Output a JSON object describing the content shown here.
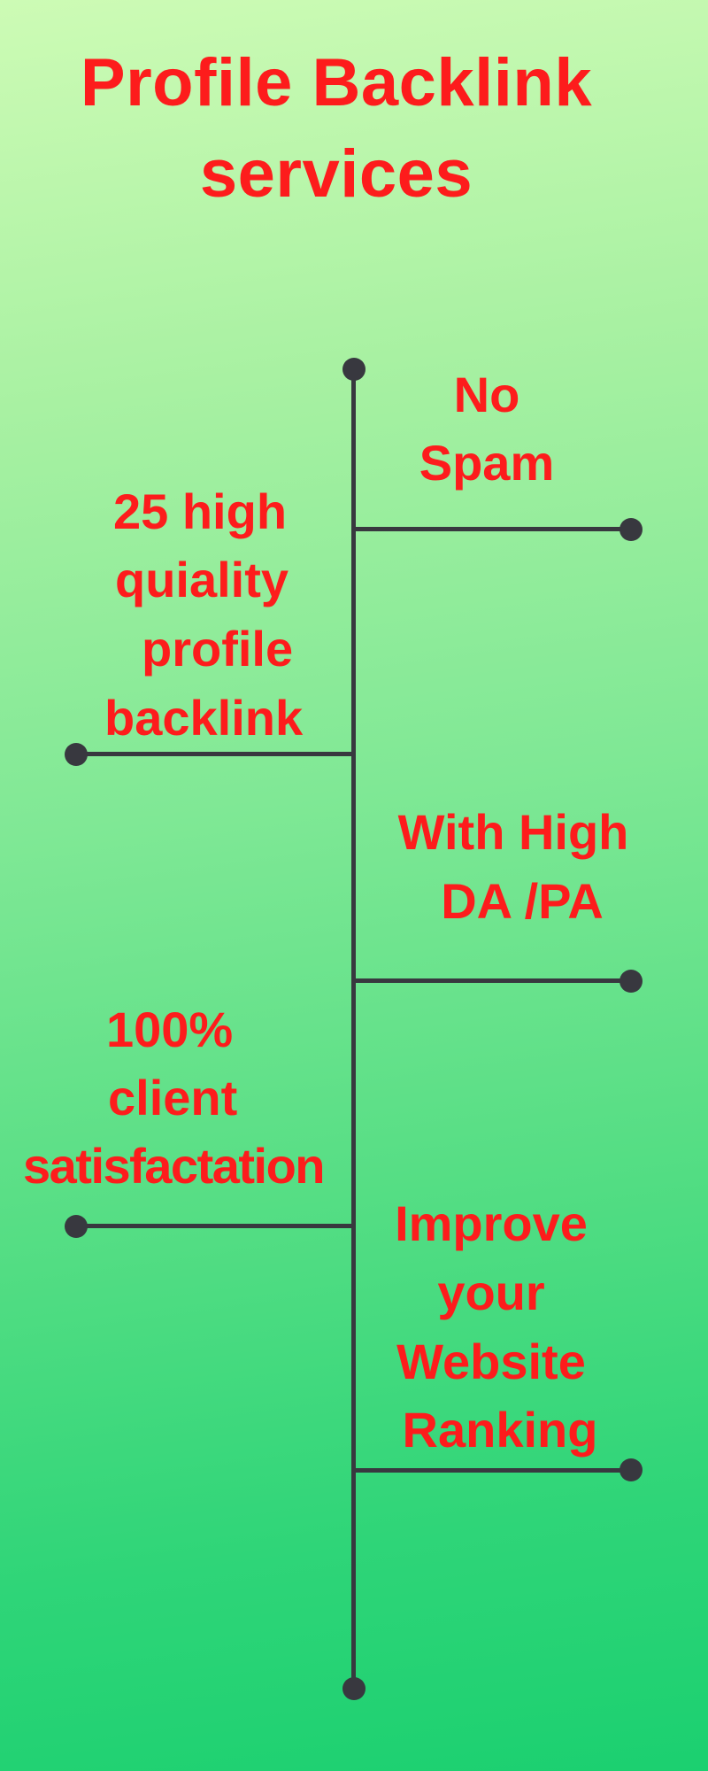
{
  "header": {
    "title_line1": "Profile Backlink",
    "title_line2": "services"
  },
  "timeline": {
    "items": [
      {
        "side": "right",
        "lines": [
          "No",
          "Spam"
        ]
      },
      {
        "side": "left",
        "lines": [
          "25 high",
          "quiality",
          "profile",
          "backlink"
        ]
      },
      {
        "side": "right",
        "lines": [
          "With High",
          "DA /PA"
        ]
      },
      {
        "side": "left",
        "lines": [
          "100%",
          "client",
          "satisfactation"
        ]
      },
      {
        "side": "right",
        "lines": [
          "Improve",
          "your",
          "Website",
          "Ranking"
        ]
      }
    ]
  },
  "colors": {
    "text": "#fd1c1c",
    "line": "#38383f",
    "bg_top": "#cdfbb5",
    "bg_bottom": "#1bd070"
  }
}
